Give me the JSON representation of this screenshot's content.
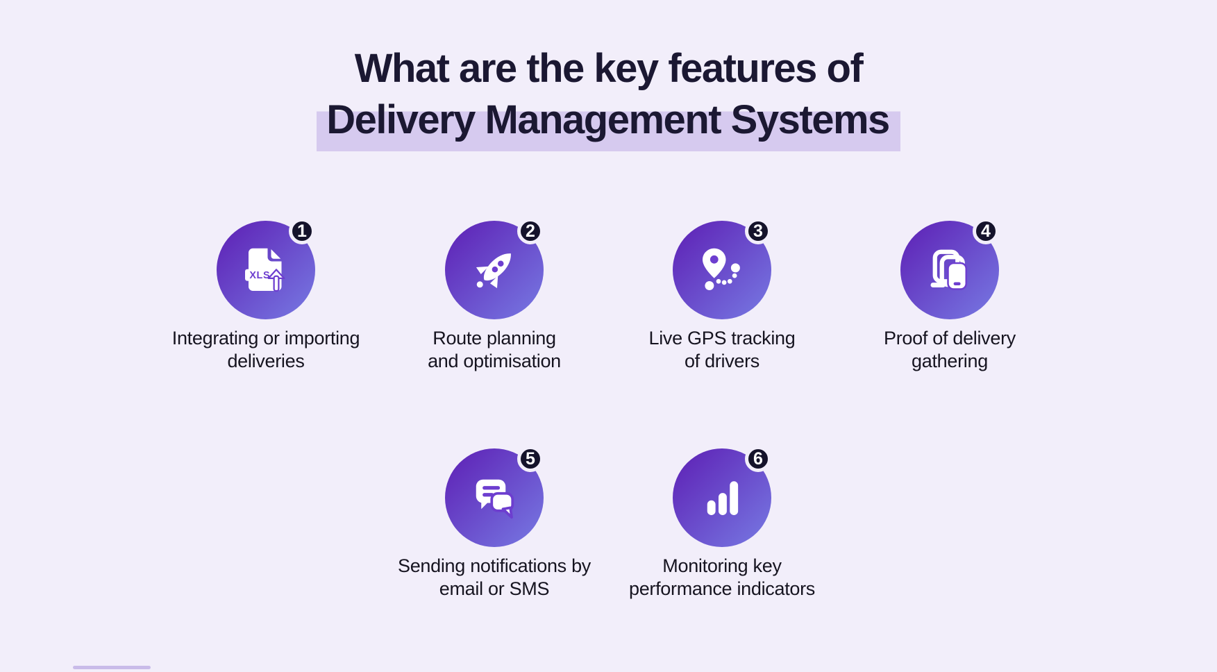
{
  "page": {
    "background_color": "#f2eefa",
    "title_color": "#1b1832",
    "highlight_color": "#d6caef",
    "circle_gradient_start": "#5d1eb4",
    "circle_gradient_end": "#777ae3",
    "badge_color": "#15132b",
    "badge_text_color": "#ffffff",
    "icon_color": "#ffffff",
    "icon_accent_color": "#6d3ecf",
    "label_color": "#161420"
  },
  "title": {
    "line1": "What are the key features of",
    "line2": "Delivery Management Systems"
  },
  "features": [
    {
      "number": "1",
      "icon": "xls-file-upload-icon",
      "label_line1": "Integrating or importing",
      "label_line2": "deliveries"
    },
    {
      "number": "2",
      "icon": "rocket-icon",
      "label_line1": "Route planning",
      "label_line2": "and optimisation"
    },
    {
      "number": "3",
      "icon": "gps-route-icon",
      "label_line1": "Live GPS tracking",
      "label_line2": "of drivers"
    },
    {
      "number": "4",
      "icon": "devices-icon",
      "label_line1": "Proof of delivery",
      "label_line2": "gathering"
    },
    {
      "number": "5",
      "icon": "chat-bubbles-icon",
      "label_line1": "Sending notifications by",
      "label_line2": "email or SMS"
    },
    {
      "number": "6",
      "icon": "bar-chart-icon",
      "label_line1": "Monitoring key",
      "label_line2": "performance indicators"
    }
  ]
}
